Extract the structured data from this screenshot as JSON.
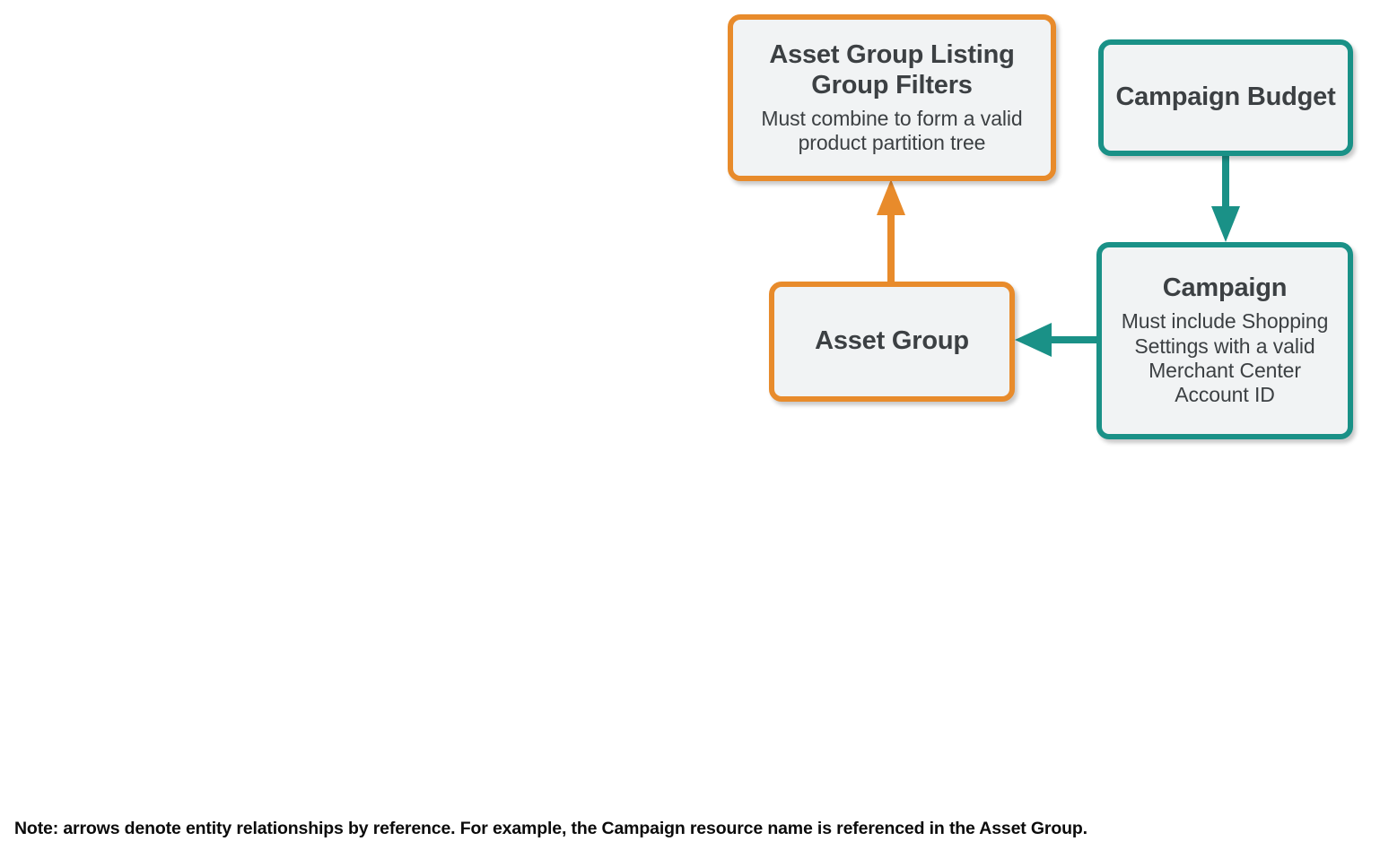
{
  "diagram": {
    "type": "entity-relationship-flow",
    "background_color": "#FFFFFF",
    "palette": {
      "orange": "#E88B2B",
      "teal": "#1A9187",
      "node_fill": "#F1F3F4",
      "text": "#3C4043",
      "footnote_text": "#0B0B0B"
    },
    "nodes": [
      {
        "id": "asset-group-listing-group-filters",
        "title": "Asset Group Listing Group Filters",
        "subtitle": "Must combine to form a valid product partition tree",
        "color": "orange"
      },
      {
        "id": "campaign-budget",
        "title": "Campaign Budget",
        "subtitle": "",
        "color": "teal"
      },
      {
        "id": "asset-group",
        "title": "Asset Group",
        "subtitle": "",
        "color": "orange"
      },
      {
        "id": "campaign",
        "title": "Campaign",
        "subtitle": "Must include Shopping Settings with a valid Merchant Center Account ID",
        "color": "teal"
      }
    ],
    "edges": [
      {
        "id": "asset-group-to-listing-group-filters",
        "from": "asset-group",
        "to": "asset-group-listing-group-filters",
        "direction": "up",
        "color": "orange"
      },
      {
        "id": "campaign-budget-to-campaign",
        "from": "campaign-budget",
        "to": "campaign",
        "direction": "down",
        "color": "teal"
      },
      {
        "id": "campaign-to-asset-group",
        "from": "campaign",
        "to": "asset-group",
        "direction": "left",
        "color": "teal"
      }
    ],
    "footnote": "Note: arrows denote entity relationships by reference. For example, the Campaign resource name is referenced in the Asset Group."
  }
}
